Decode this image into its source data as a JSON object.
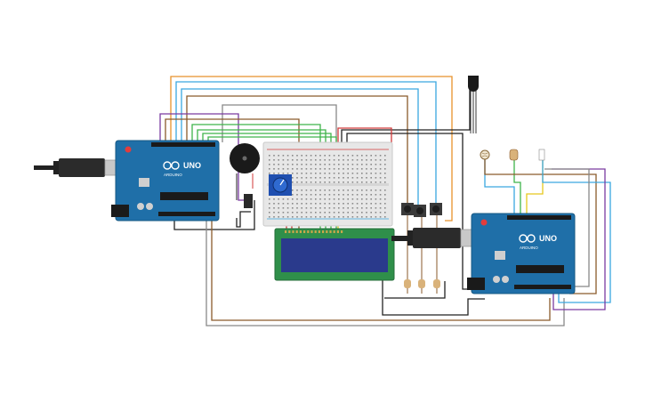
{
  "colors": {
    "board": "#1f6fa8",
    "board_dark": "#175883",
    "pcb_green": "#2f8f4a",
    "lcd_screen": "#2a3a8c",
    "breadboard": "#e7e7e7",
    "usb_metal": "#c8c8c8",
    "wire_orange": "#e8912b",
    "wire_blue": "#3aa7e0",
    "wire_purple": "#7a3ba1",
    "wire_green": "#3fb34a",
    "wire_brown": "#8a5a2b",
    "wire_red": "#d23a3a",
    "wire_yellow": "#e6c81d",
    "wire_black": "#222222",
    "wire_gray": "#888888"
  },
  "boards": {
    "left": {
      "model": "UNO",
      "caption": "ARDUINO"
    },
    "right": {
      "model": "UNO",
      "caption": "ARDUINO"
    }
  },
  "components": [
    "arduino-uno-left",
    "arduino-uno-right",
    "breadboard",
    "lcd-16x2",
    "piezo-buzzer",
    "potentiometer",
    "push-button-1",
    "push-button-2",
    "push-button-3",
    "resistor-1",
    "resistor-2",
    "resistor-3",
    "temperature-sensor",
    "photoresistor",
    "resistor-right",
    "usb-cable-left",
    "usb-cable-right"
  ]
}
